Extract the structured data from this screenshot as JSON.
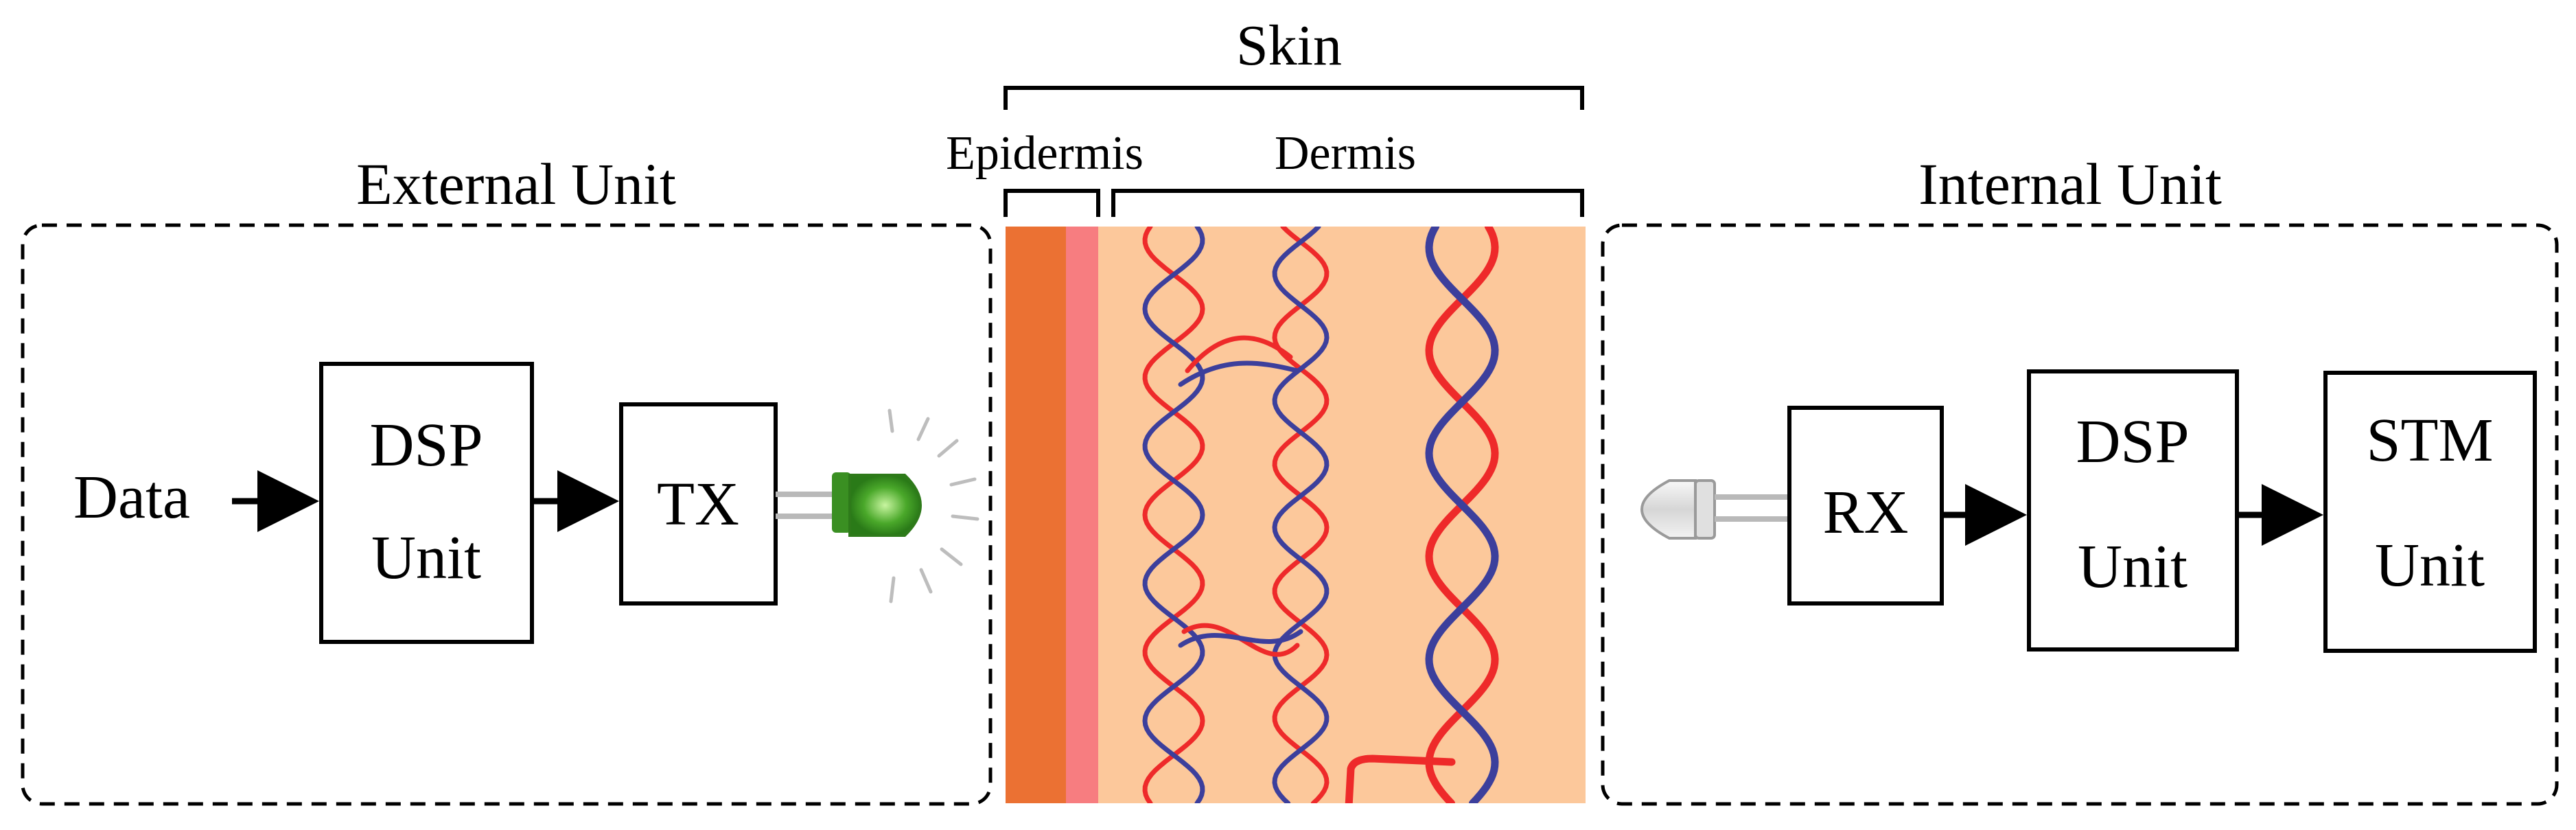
{
  "skin": {
    "title": "Skin",
    "epidermis": "Epidermis",
    "dermis": "Dermis"
  },
  "external_unit": {
    "title": "External Unit",
    "input_label": "Data",
    "dsp_line1": "DSP",
    "dsp_line2": "Unit",
    "tx_label": "TX"
  },
  "internal_unit": {
    "title": "Internal Unit",
    "rx_label": "RX",
    "dsp_line1": "DSP",
    "dsp_line2": "Unit",
    "stm_line1": "STM",
    "stm_line2": "Unit"
  },
  "colors": {
    "epidermis_outer": "#eb7133",
    "epidermis_inner": "#f77d80",
    "dermis": "#fcc89b",
    "vessel_red": "#ee2a2a",
    "vessel_blue": "#3c3f9c",
    "led_green": "#4aa82a",
    "led_clear": "#e8e8e8"
  },
  "icons": [
    "green-led-icon",
    "clear-led-icon"
  ]
}
